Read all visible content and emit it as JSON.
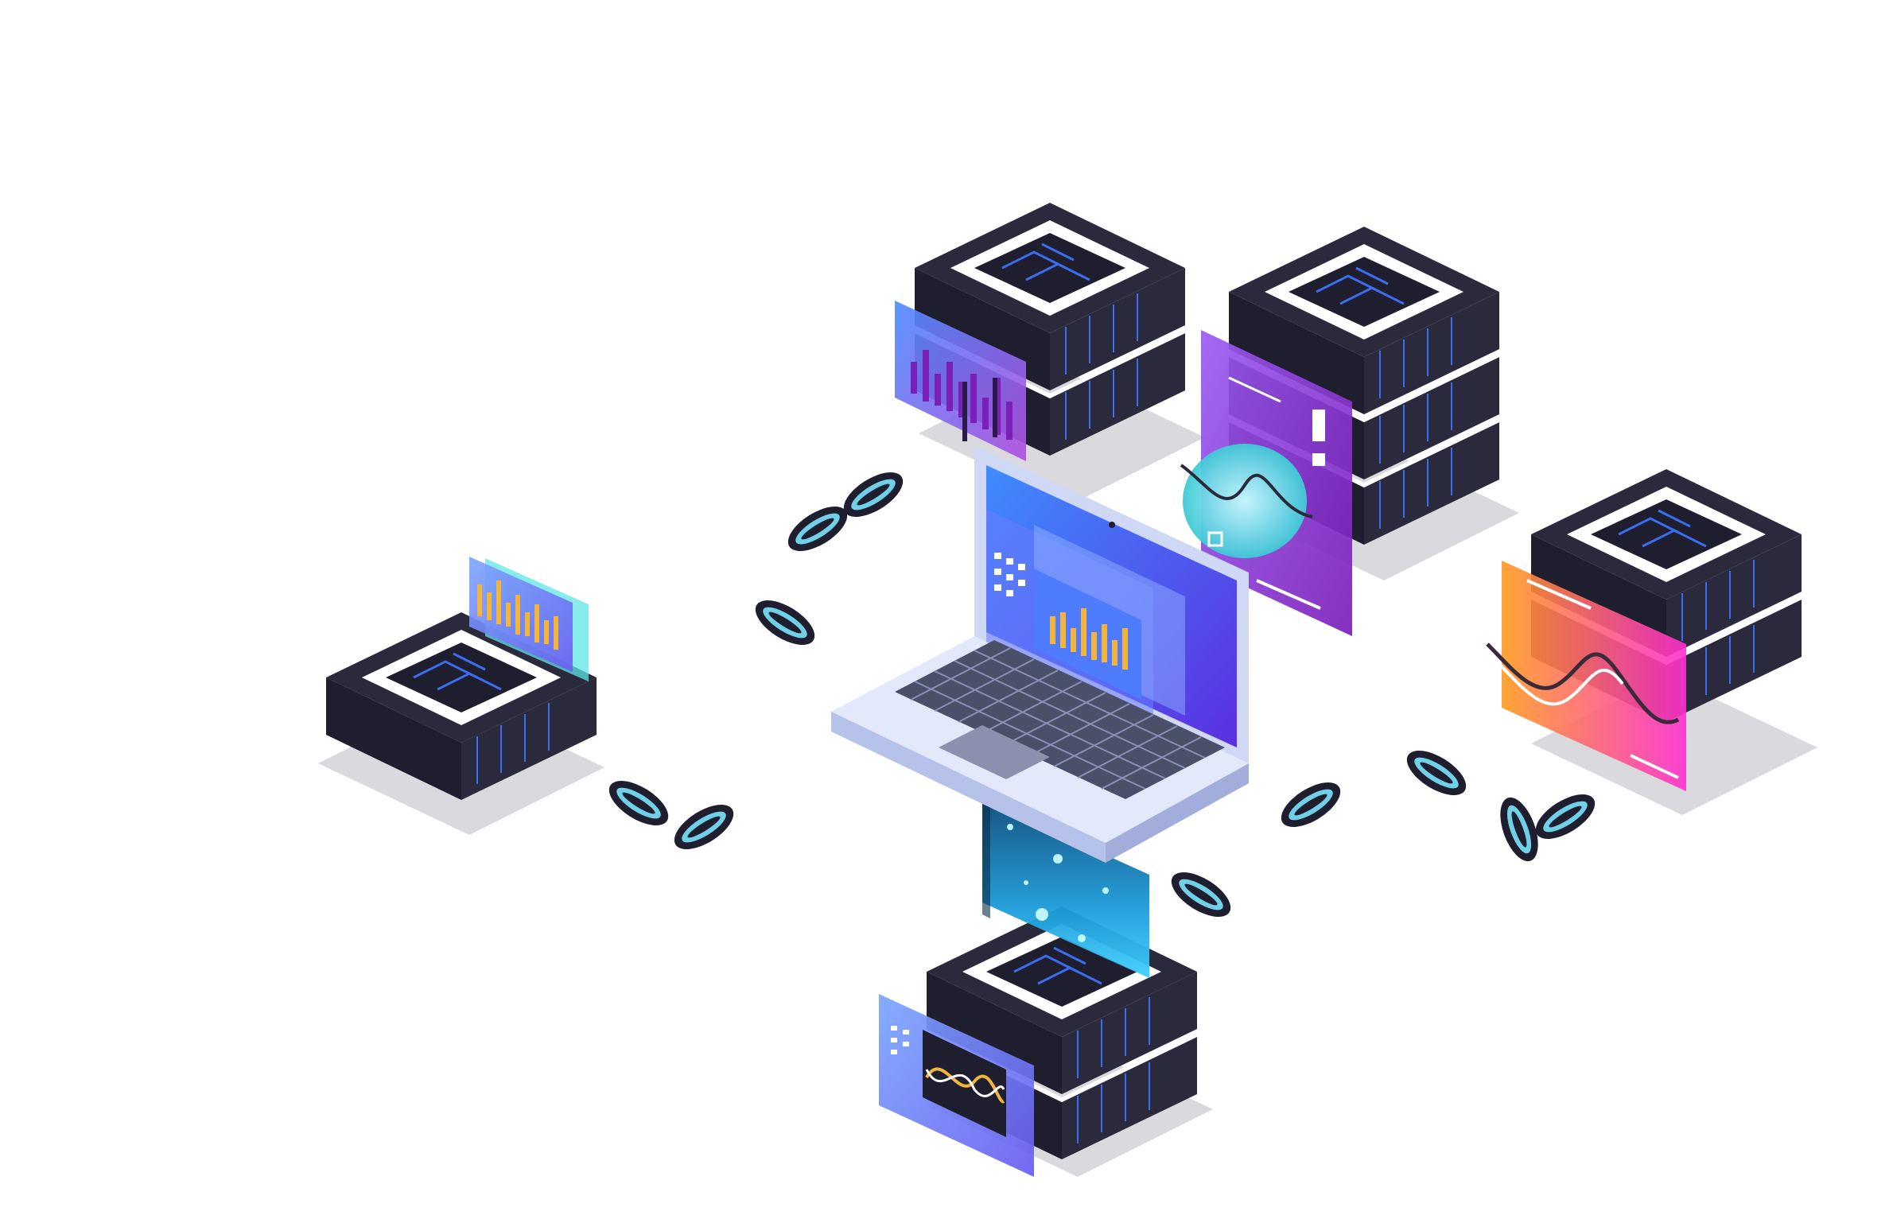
{
  "illustration": {
    "kind": "isometric blockchain network",
    "nodes": [
      {
        "id": "server-left",
        "stack_levels": 1,
        "panel": "bar-chart-panel"
      },
      {
        "id": "server-top-left",
        "stack_levels": 2,
        "panel": "purple-bar-chart-panel"
      },
      {
        "id": "server-top-right",
        "stack_levels": 3,
        "panel": "purple-gauge-panel"
      },
      {
        "id": "server-right",
        "stack_levels": 2,
        "panel": "gradient-wave-panel"
      },
      {
        "id": "server-bottom",
        "stack_levels": 2,
        "panel": "wave-monitor-panel"
      },
      {
        "id": "laptop-center",
        "stack_levels": 0,
        "panel": "laptop-bar-chart"
      }
    ],
    "connectors": [
      {
        "from": "server-left",
        "to": "laptop-center",
        "icon": "chain-link-icon"
      },
      {
        "from": "server-top-left",
        "to": "laptop-center",
        "icon": "chain-link-icon"
      },
      {
        "from": "server-right",
        "to": "laptop-center",
        "icon": "chain-link-icon"
      },
      {
        "from": "server-bottom",
        "to": "laptop-center",
        "icon": "chain-link-icon"
      }
    ],
    "colors": {
      "background": "#ffffff",
      "server_dark": "#2b2a3d",
      "server_side": "#1f1e2e",
      "circuit": "#3b6df0",
      "accent_purple": "#8b3fd9",
      "accent_blue": "#4f8cff",
      "accent_cyan": "#5fe6e6",
      "accent_orange": "#ff9a1f",
      "accent_magenta": "#ff3fc8",
      "bar_yellow": "#f2b43a",
      "shadow": "#d9d9de",
      "laptop_body": "#cfd8f5"
    }
  }
}
